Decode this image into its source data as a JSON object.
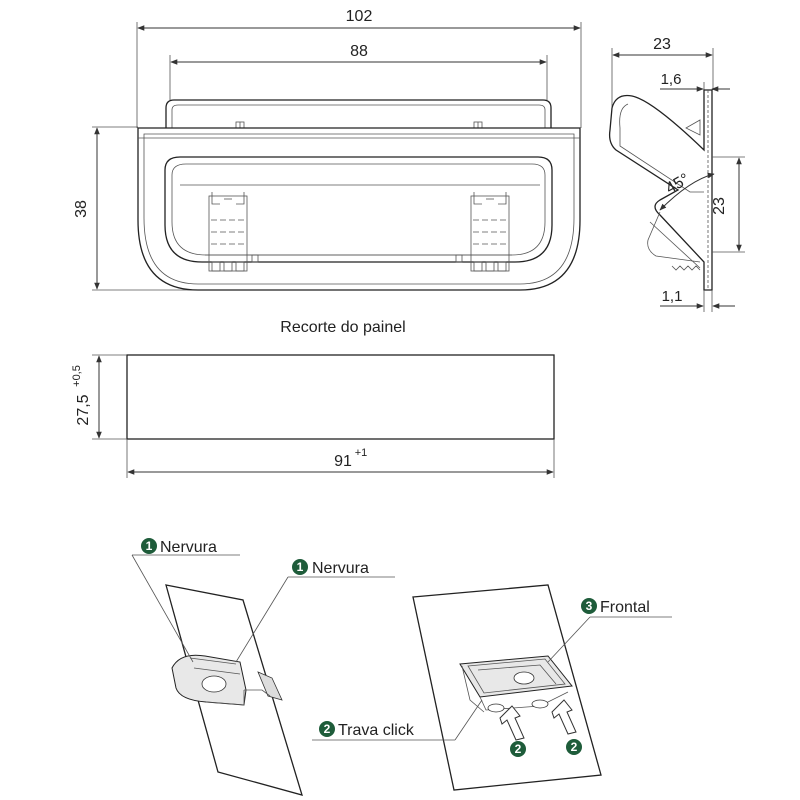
{
  "front_view": {
    "dim_overall_width": "102",
    "dim_inner_width": "88",
    "dim_height": "38"
  },
  "side_view": {
    "dim_depth": "23",
    "dim_flange": "1,6",
    "dim_angle": "45°",
    "dim_inner_height": "23",
    "dim_base": "1,1"
  },
  "panel_cutout": {
    "title": "Recorte do painel",
    "height_value": "27,5",
    "height_tolerance": "+0,5",
    "width_value": "91",
    "width_tolerance": "+1"
  },
  "installation": {
    "callouts": [
      {
        "number": "1",
        "label": "Nervura"
      },
      {
        "number": "1",
        "label": "Nervura"
      },
      {
        "number": "3",
        "label": "Frontal"
      },
      {
        "number": "2",
        "label": "Trava click"
      },
      {
        "number": "2",
        "label": ""
      },
      {
        "number": "2",
        "label": ""
      }
    ],
    "badge_color": "#1e5c3a"
  }
}
